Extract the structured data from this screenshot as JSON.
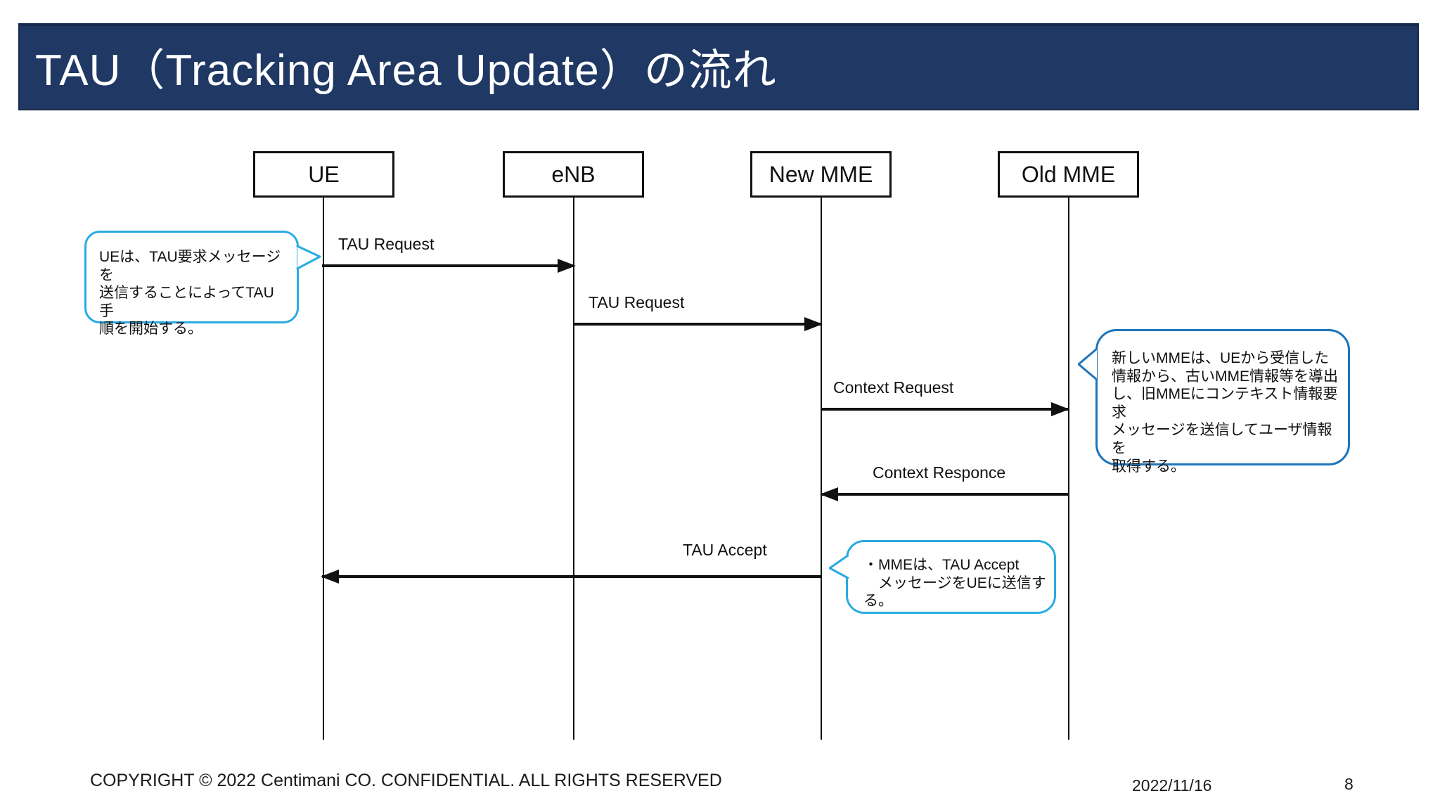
{
  "header": {
    "title": "TAU（Tracking Area Update）の流れ",
    "bg_color": "#1F3864",
    "text_color": "#FFFFFF"
  },
  "actors": [
    {
      "label": "UE"
    },
    {
      "label": "eNB"
    },
    {
      "label": "New MME"
    },
    {
      "label": "Old MME"
    }
  ],
  "messages": [
    {
      "label": "TAU Request",
      "from": "UE",
      "to": "eNB"
    },
    {
      "label": "TAU Request",
      "from": "eNB",
      "to": "New MME"
    },
    {
      "label": "Context Request",
      "from": "New MME",
      "to": "Old MME"
    },
    {
      "label": "Context Responce",
      "from": "Old MME",
      "to": "New MME"
    },
    {
      "label": "TAU Accept",
      "from": "New MME",
      "to": "UE"
    }
  ],
  "callouts": [
    {
      "text": "UEは、TAU要求メッセージを\n送信することによってTAU手\n順を開始する。",
      "border_color": "#29ABE2"
    },
    {
      "text": "新しいMMEは、UEから受信した\n情報から、古いMME情報等を導出\nし、旧MMEにコンテキスト情報要求\nメッセージを送信してユーザ情報を\n取得する。",
      "border_color": "#1C75BC"
    },
    {
      "text": "・MMEは、TAU Accept\n　メッセージをUEに送信する。",
      "border_color": "#29ABE2"
    }
  ],
  "footer": {
    "copyright": "COPYRIGHT © 2022 Centimani CO. CONFIDENTIAL. ALL RIGHTS RESERVED",
    "date": "2022/11/16",
    "page": "8"
  },
  "colors": {
    "line": "#111111",
    "callout_cyan": "#29ABE2",
    "callout_blue": "#1C75BC"
  }
}
